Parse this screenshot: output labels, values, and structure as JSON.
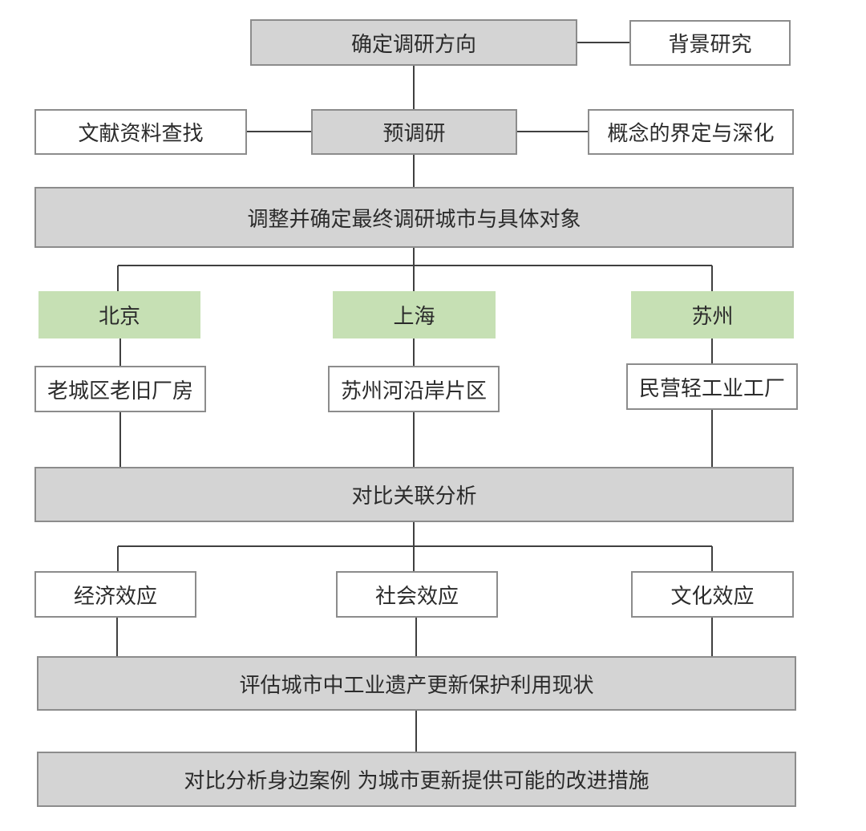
{
  "nodes": {
    "direction": "确定调研方向",
    "background": "背景研究",
    "literature": "文献资料查找",
    "pre_research": "预调研",
    "concept": "概念的界定与深化",
    "adjust": "调整并确定最终调研城市与具体对象",
    "cities": {
      "beijing": "北京",
      "shanghai": "上海",
      "suzhou": "苏州"
    },
    "objects": {
      "beijing": "老城区老旧厂房",
      "shanghai": "苏州河沿岸片区",
      "suzhou": "民营轻工业工厂"
    },
    "compare": "对比关联分析",
    "effects": {
      "economic": "经济效应",
      "social": "社会效应",
      "cultural": "文化效应"
    },
    "evaluate": "评估城市中工业遗产更新保护利用现状",
    "final": "对比分析身边案例 为城市更新提供可能的改进措施"
  },
  "colors": {
    "gray_box": "#d4d4d4",
    "green_box": "#c6e0b4",
    "border": "#8c8c8c",
    "line": "#404040"
  }
}
